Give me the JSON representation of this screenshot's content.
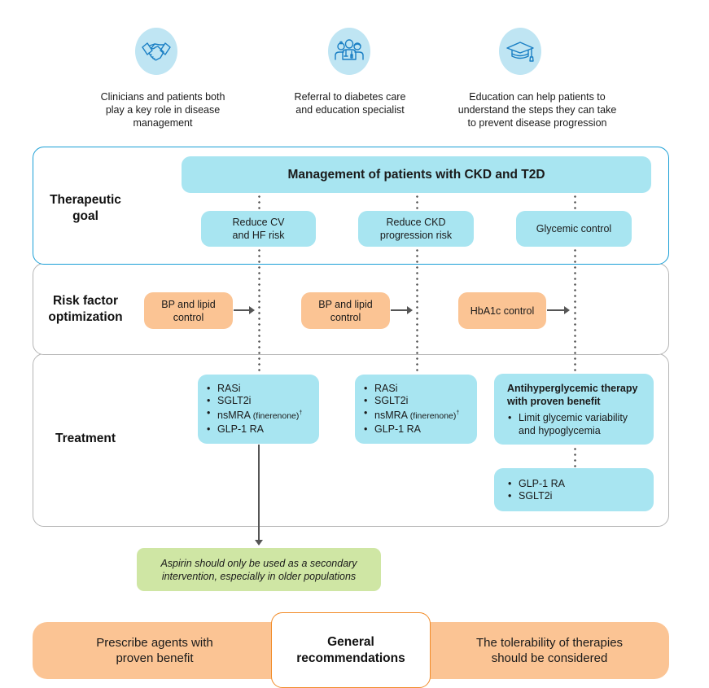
{
  "intro": [
    {
      "icon": "handshake-icon",
      "text_lines": [
        "Clinicians and patients both",
        "play a key role in disease",
        "management"
      ]
    },
    {
      "icon": "care-team-icon",
      "text_lines": [
        "Referral to diabetes care",
        "and education specialist"
      ]
    },
    {
      "icon": "graduation-cap-icon",
      "text_lines": [
        "Education can help patients to",
        "understand the steps they can take",
        "to prevent disease progression"
      ]
    }
  ],
  "colors": {
    "goal_border": "#1a9fd6",
    "panel_border": "#b5b5b5",
    "blue_box": "#a8e5f1",
    "orange_box": "#fbc494",
    "green_box": "#cfe6a4",
    "icon_circle": "#bfe5f3",
    "icon_stroke": "#1a7fc4",
    "rec_border": "#f28c28"
  },
  "rows": {
    "goal": {
      "label_lines": [
        "Therapeutic",
        "goal"
      ]
    },
    "risk": {
      "label_lines": [
        "Risk factor",
        "optimization"
      ]
    },
    "treatment": {
      "label": "Treatment"
    }
  },
  "management_title": "Management of patients with CKD and T2D",
  "goals": [
    {
      "lines": [
        "Reduce CV",
        "and HF risk"
      ]
    },
    {
      "lines": [
        "Reduce CKD",
        "progression risk"
      ]
    },
    {
      "lines": [
        "Glycemic control"
      ]
    }
  ],
  "risk_factors": [
    {
      "lines": [
        "BP and lipid",
        "control"
      ]
    },
    {
      "lines": [
        "BP and lipid",
        "control"
      ]
    },
    {
      "lines": [
        "HbA1c control"
      ]
    }
  ],
  "treatments": {
    "cv": {
      "items": [
        "RASi",
        "SGLT2i",
        "nsMRA",
        "GLP-1 RA"
      ],
      "nsmra_note": "(finerenone)",
      "nsmra_sup": "†"
    },
    "ckd": {
      "items": [
        "RASi",
        "SGLT2i",
        "nsMRA",
        "GLP-1 RA"
      ],
      "nsmra_note": "(finerenone)",
      "nsmra_sup": "†"
    },
    "glycemic": {
      "title_lines": [
        "Antihyperglycemic therapy",
        "with proven benefit"
      ],
      "bullet_lines": [
        "Limit glycemic variability",
        "and hypoglycemia"
      ],
      "agents": [
        "GLP-1 RA",
        "SGLT2i"
      ]
    }
  },
  "aspirin_note_lines": [
    "Aspirin should only be used as a secondary",
    "intervention, especially in older populations"
  ],
  "general_recommendations": {
    "title_lines": [
      "General",
      "recommendations"
    ],
    "left_lines": [
      "Prescribe agents with",
      "proven benefit"
    ],
    "right_lines": [
      "The tolerability of therapies",
      "should be considered"
    ]
  }
}
